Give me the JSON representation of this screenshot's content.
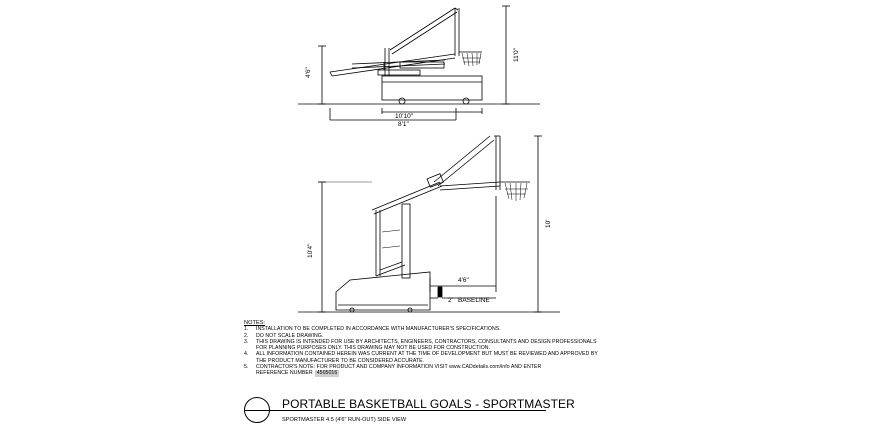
{
  "top_view": {
    "dims": {
      "total_height": "11'0\"",
      "rim_height": "4'6\"",
      "base_length": "10'10\"",
      "overall_width": "8'1\""
    }
  },
  "side_view": {
    "dims": {
      "rim_height": "10'",
      "pole_height": "10'4\"",
      "extension": "4'6\"",
      "baseline_offset": "2'",
      "baseline_label": "BASELINE"
    }
  },
  "notes": {
    "header": "NOTES:",
    "items": [
      {
        "num": "1.",
        "lines": [
          "INSTALLATION TO BE COMPLETED IN ACCORDANCE WITH MANUFACTURER'S SPECIFICATIONS."
        ]
      },
      {
        "num": "2.",
        "lines": [
          "DO NOT SCALE DRAWING."
        ]
      },
      {
        "num": "3.",
        "lines": [
          "THIS DRAWING IS INTENDED FOR USE BY ARCHITECTS, ENGINEERS, CONTRACTORS, CONSULTANTS AND DESIGN PROFESSIONALS",
          "FOR PLANNING PURPOSES ONLY. THIS DRAWING MAY NOT BE USED FOR CONSTRUCTION."
        ]
      },
      {
        "num": "4.",
        "lines": [
          "ALL INFORMATION CONTAINED HEREIN WAS CURRENT AT THE TIME OF DEVELOPMENT BUT MUST BE REVIEWED AND APPROVED BY",
          "THE PRODUCT MANUFACTURER TO BE CONSIDERED ACCURATE."
        ]
      },
      {
        "num": "5.",
        "lines": [
          "CONTRACTOR'S NOTE: FOR PRODUCT AND COMPANY INFORMATION VISIT www.CADdetails.com/info AND ENTER"
        ]
      }
    ],
    "reference_label": "REFERENCE NUMBER",
    "reference_number": "4505016"
  },
  "title_block": {
    "title": "PORTABLE BASKETBALL GOALS - SPORTMASTER",
    "subtitle": "SPORTMASTER 4.5 (4'6\" RUN-OUT) SIDE VIEW"
  }
}
